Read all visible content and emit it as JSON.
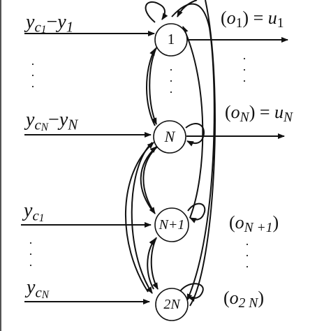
{
  "nodes": {
    "n1": "1",
    "nN": "N",
    "nN1": "N+1",
    "n2N": "2N"
  },
  "inputs": {
    "in1_y": "y",
    "in1_c": "c",
    "in1_csub": "1",
    "in1_minus": "−",
    "in1_y2": "y",
    "in1_sub2": "1",
    "inN_y": "y",
    "inN_c": "c",
    "inN_csub": "N",
    "inN_minus": "−",
    "inN_y2": "y",
    "inN_sub2": "N",
    "inN1_y": "y",
    "inN1_c": "c",
    "inN1_csub": "1",
    "in2N_y": "y",
    "in2N_c": "c",
    "in2N_csub": "N"
  },
  "outputs": {
    "o1_open": "(",
    "o1_o": "o",
    "o1_sub": "1",
    "o1_close": ")",
    "o1_eq": "=",
    "o1_u": "u",
    "o1_usub": "1",
    "oN_open": "(",
    "oN_o": "o",
    "oN_sub": "N",
    "oN_close": ")",
    "oN_eq": "=",
    "oN_u": "u",
    "oN_usub": "N",
    "oN1_open": "(",
    "oN1_o": "o",
    "oN1_sub": "N +1",
    "oN1_close": ")",
    "o2N_open": "(",
    "o2N_o": "o",
    "o2N_sub": "2 N",
    "o2N_close": ")"
  },
  "ellipsis": "·"
}
